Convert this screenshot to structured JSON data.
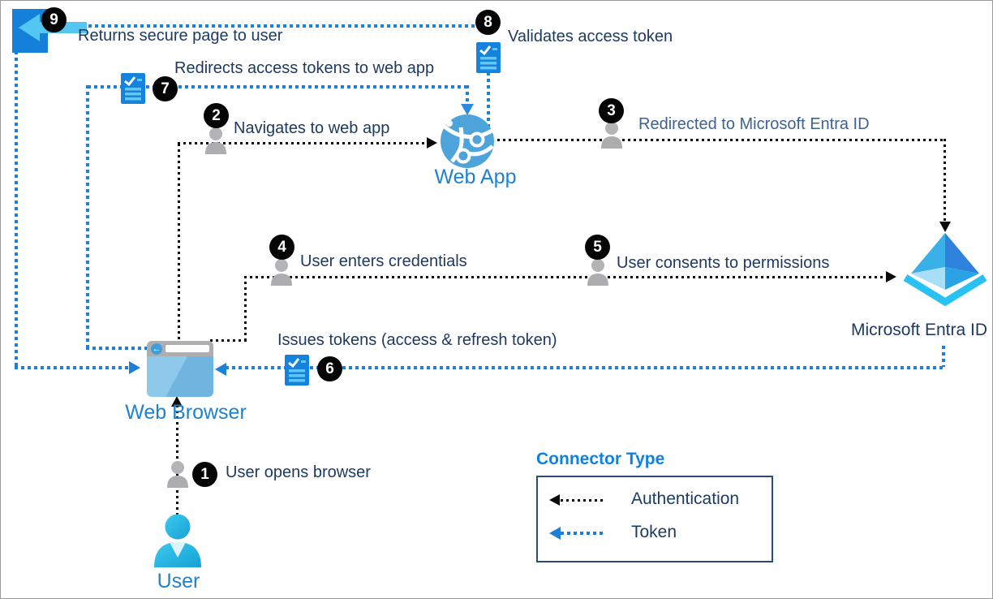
{
  "nodes": {
    "user": {
      "label": "User"
    },
    "web_browser": {
      "label": "Web Browser"
    },
    "web_app": {
      "label": "Web App"
    },
    "entra_id": {
      "label": "Microsoft Entra ID"
    }
  },
  "steps": [
    {
      "num": "1",
      "label": "User opens browser"
    },
    {
      "num": "2",
      "label": "Navigates to web app"
    },
    {
      "num": "3",
      "label": "Redirected to Microsoft Entra ID"
    },
    {
      "num": "4",
      "label": "User enters credentials"
    },
    {
      "num": "5",
      "label": "User consents to permissions"
    },
    {
      "num": "6",
      "label": "Issues tokens (access & refresh token)"
    },
    {
      "num": "7",
      "label": "Redirects access tokens to web app"
    },
    {
      "num": "8",
      "label": "Validates access token"
    },
    {
      "num": "9",
      "label": "Returns secure page to user"
    }
  ],
  "legend": {
    "title": "Connector Type",
    "items": [
      {
        "label": "Authentication",
        "color": "#0a0a0a"
      },
      {
        "label": "Token",
        "color": "#1e7fd6"
      }
    ]
  },
  "colors": {
    "authentication_line": "#0a0a0a",
    "token_line": "#1e7fd6",
    "step_label_text": "#1d3a62",
    "node_label_blue": "#1e82d2",
    "legend_title": "#0e82e2",
    "badge_bg": "#050505",
    "token_icon_bg": "#1583dd",
    "token_icon_stripes": "#63c7f3",
    "user_icon": "#2fc1ea",
    "entra_cyan": "#28c2f2"
  }
}
